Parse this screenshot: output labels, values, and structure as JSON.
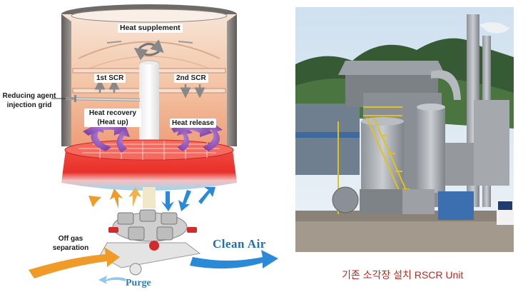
{
  "diagram": {
    "labels": {
      "heat_supplement": "Heat supplement",
      "scr_1": "1st SCR",
      "scr_2": "2nd SCR",
      "reducing_agent": "Reducing agent\ninjection grid",
      "heat_recovery": "Heat recovery\n(Heat up)",
      "heat_release": "Heat release",
      "off_gas": "Off gas\nseparation",
      "clean_air": "Clean Air",
      "purge": "Purge"
    },
    "colors": {
      "hot_red": "#e8302a",
      "warm_orange": "#f0a070",
      "cool_blue": "#9ad6f2",
      "purple_arrow": "#8a4fb0",
      "orange_arrow": "#f09a28",
      "blue_arrow": "#2a8ad8",
      "shell_gray": "#7d7a78"
    }
  },
  "photo": {
    "caption": "기존 소각장 설치 RSCR Unit"
  }
}
